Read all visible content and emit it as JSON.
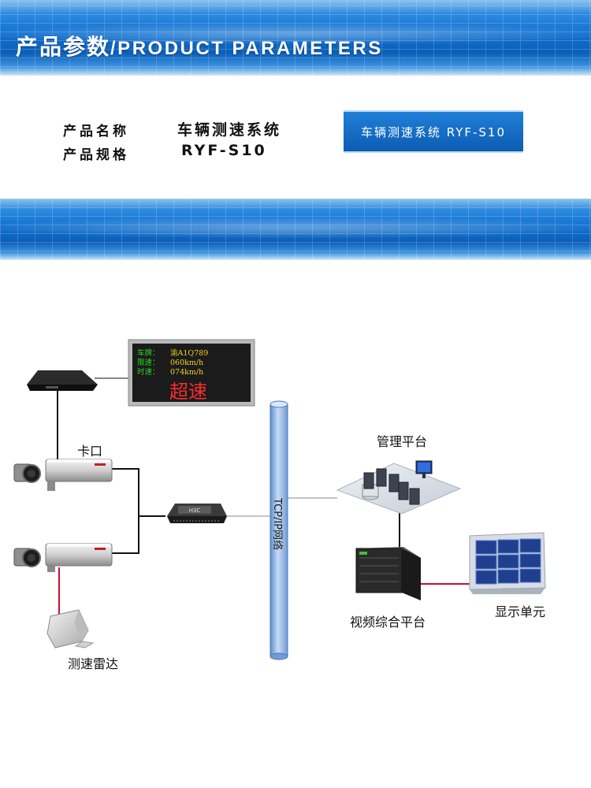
{
  "header": {
    "title_cn": "产品参数",
    "title_en": "/PRODUCT PARAMETERS"
  },
  "params": {
    "name_label": "产品名称",
    "name_value": "车辆测速系统",
    "spec_label": "产品规格",
    "spec_value": "RYF-S10"
  },
  "tag": {
    "text": "车辆测速系统 RYF-S10"
  },
  "diagram": {
    "display": {
      "plate_label": "车牌：",
      "plate_value": "渝A1Q789",
      "limit_label": "限速：",
      "limit_value": "060km/h",
      "speed_label": "时速：",
      "speed_value": "074km/h",
      "warning": "超速"
    },
    "labels": {
      "checkpoint": "卡口",
      "network": "TCP/IP网络",
      "management": "管理平台",
      "video": "视频综合平台",
      "display_unit": "显示单元",
      "radar": "测速雷达"
    },
    "colors": {
      "red_link": "#c8102e",
      "display_green": "#2bd12b",
      "display_yellow": "#f4d21f",
      "display_red": "#ff2a2a",
      "pipe_blue": "#8fb4e6"
    }
  }
}
